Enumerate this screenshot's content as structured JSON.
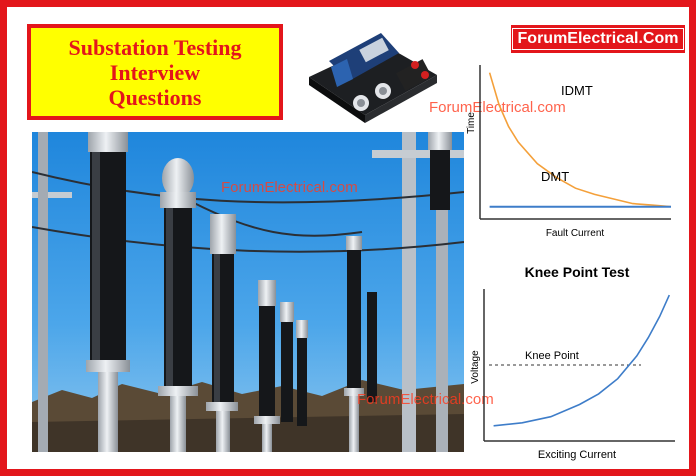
{
  "title": {
    "lines": [
      "Substation Testing",
      "Interview",
      "Questions"
    ]
  },
  "brand": {
    "label": "ForumElectrical.Com"
  },
  "watermarks": [
    "ForumElectrical.com",
    "ForumElectrical.com",
    "ForumElectrical.com"
  ],
  "colors": {
    "frame": "#e3161b",
    "title_bg": "#ffff00",
    "idmt_curve": "#f4a03a",
    "dmt_line": "#3e7dc9",
    "knee_curve": "#3e7dc9"
  },
  "chart_data": [
    {
      "type": "line",
      "title": "",
      "xlabel": "Fault Current",
      "ylabel": "Time",
      "grid": false,
      "series": [
        {
          "name": "IDMT",
          "x": [
            0.05,
            0.1,
            0.15,
            0.2,
            0.3,
            0.4,
            0.5,
            0.6,
            0.7,
            0.8,
            0.9,
            1.0
          ],
          "y": [
            0.95,
            0.74,
            0.6,
            0.5,
            0.36,
            0.27,
            0.2,
            0.16,
            0.13,
            0.1,
            0.09,
            0.08
          ]
        },
        {
          "name": "DMT",
          "x": [
            0.05,
            1.0
          ],
          "y": [
            0.08,
            0.08
          ]
        }
      ]
    },
    {
      "type": "line",
      "title": "Knee Point Test",
      "xlabel": "Exciting Current",
      "ylabel": "Voltage",
      "grid": false,
      "annotations": [
        {
          "text": "Knee Point",
          "y": 0.5
        }
      ],
      "series": [
        {
          "name": "",
          "x": [
            0.05,
            0.2,
            0.35,
            0.5,
            0.6,
            0.7,
            0.8,
            0.86,
            0.92,
            0.97
          ],
          "y": [
            0.1,
            0.12,
            0.16,
            0.24,
            0.31,
            0.41,
            0.56,
            0.68,
            0.82,
            0.96
          ]
        }
      ]
    }
  ]
}
